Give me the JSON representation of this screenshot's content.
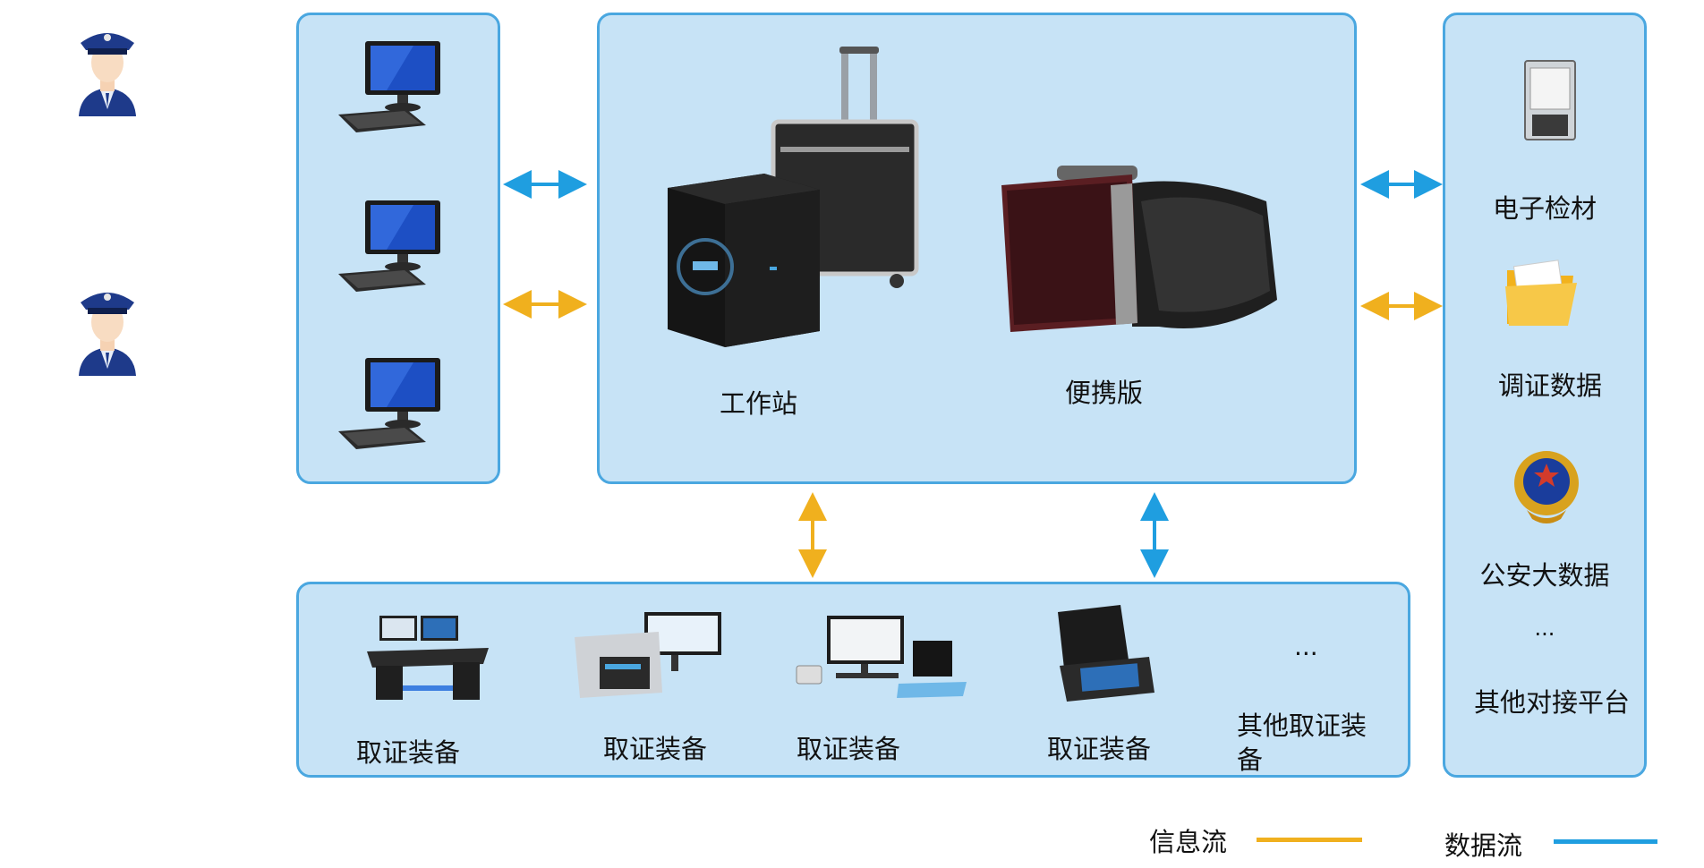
{
  "officers": [
    {
      "icon": "police-officer-icon"
    },
    {
      "icon": "police-officer-icon"
    }
  ],
  "center_panel": {
    "workstation_label": "工作站",
    "portable_label": "便携版"
  },
  "right_panel": {
    "items": [
      {
        "label": "电子检材",
        "icon": "hard-drive-icon"
      },
      {
        "label": "调证数据",
        "icon": "folder-icon"
      },
      {
        "label": "公安大数据",
        "icon": "police-emblem-icon"
      }
    ],
    "ellipsis": "...",
    "other_label": "其他对接平台"
  },
  "bottom_panel": {
    "devices": [
      {
        "label": "取证装备"
      },
      {
        "label": "取证装备"
      },
      {
        "label": "取证装备"
      },
      {
        "label": "取证装备"
      }
    ],
    "ellipsis": "...",
    "other_line1": "其他取证装",
    "other_line2": "备"
  },
  "legend": {
    "info_flow": "信息流",
    "data_flow": "数据流",
    "info_color": "#f0b01e",
    "data_color": "#1f9ee0"
  }
}
